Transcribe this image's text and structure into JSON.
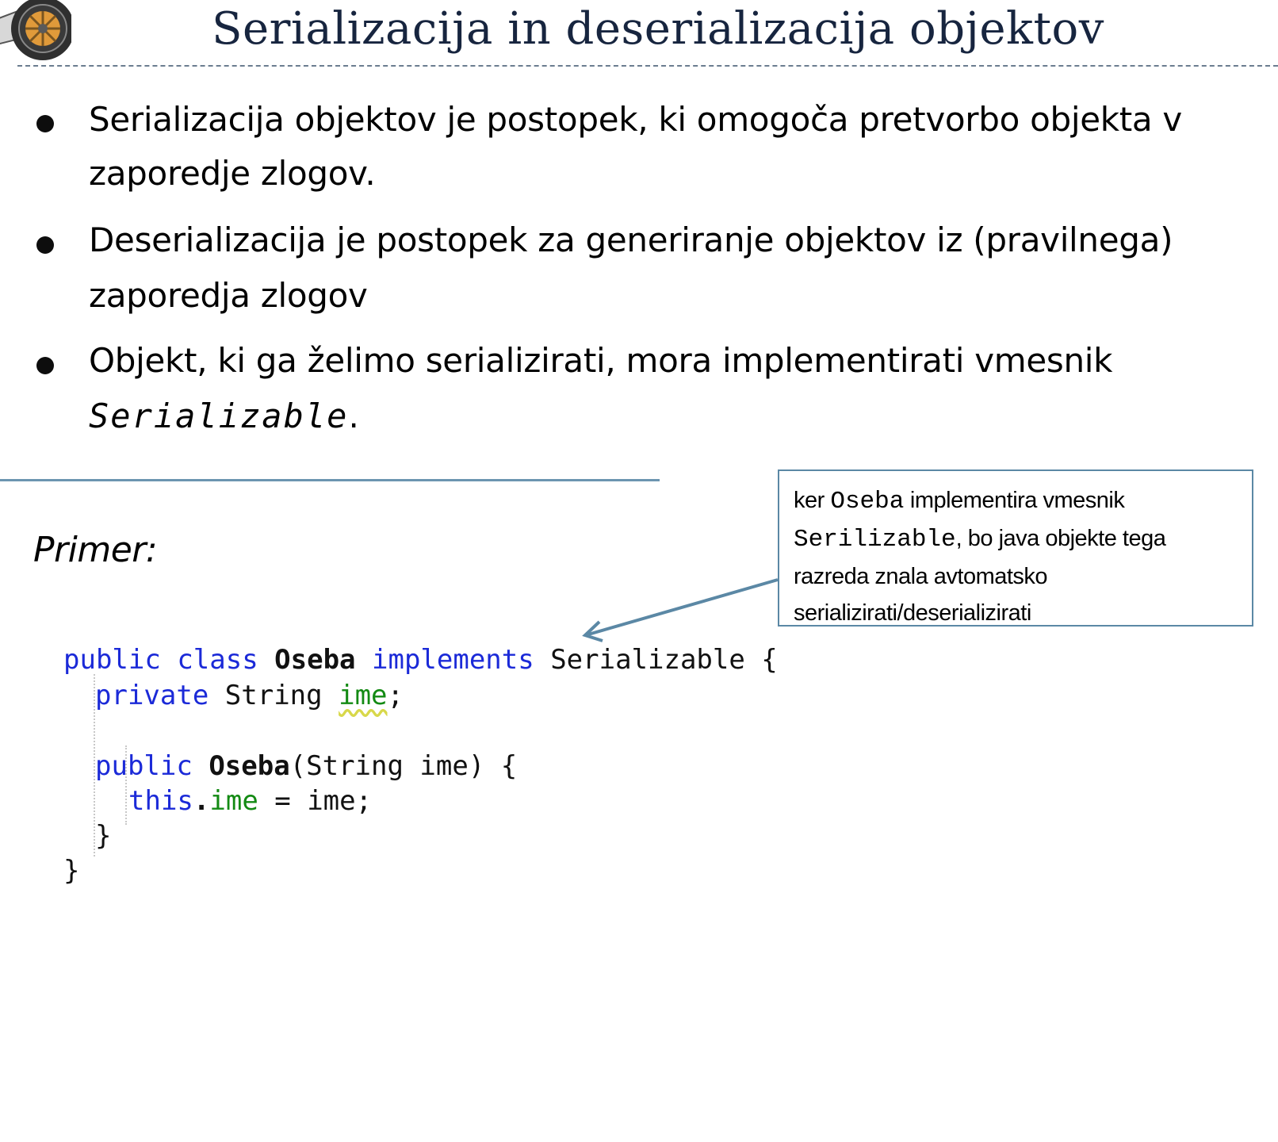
{
  "slide": {
    "title": "Serializacija in deserializacija objektov",
    "bullets": [
      {
        "lines": [
          "Serializacija objektov je postopek, ki omogoča pretvorbo objekta v",
          "zaporedje zlogov."
        ]
      },
      {
        "lines": [
          "Deserializacija je postopek za generiranje objektov iz (pravilnega)",
          "zaporedja zlogov"
        ]
      },
      {
        "line1": "Objekt, ki ga želimo serializirati, mora implementirati vmesnik",
        "code": "Serializable",
        "tail": "."
      }
    ],
    "primer_label": "Primer:"
  },
  "callout": {
    "t1": "ker ",
    "c1": "Oseba",
    "t2": " implementira vmesnik",
    "c2": "Serilizable",
    "t3": ", bo java objekte tega",
    "t4": "razreda znala avtomatsko",
    "t5": "serializirati/deserializirati"
  },
  "code": {
    "l1_kw1": "public",
    "l1_kw2": "class",
    "l1_name": "Oseba",
    "l1_kw3": "implements",
    "l1_rest": "Serializable {",
    "l2_kw": "private",
    "l2_type": "String",
    "l2_field": "ime",
    "l2_semi": ";",
    "l4_kw": "public",
    "l4_name": "Oseba",
    "l4_rest": "(String ime) {",
    "l5_kw": "this",
    "l5_dot": ".",
    "l5_field": "ime",
    "l5_rest": " = ime;",
    "l6": "}",
    "l7": "}"
  },
  "colors": {
    "title": "#17253f",
    "keyword": "#1b2ad8",
    "field": "#138a13",
    "accent_line": "#6c95b0",
    "callout_border": "#5b88a5"
  },
  "icons": {
    "logo": "wheel-logo-icon"
  }
}
